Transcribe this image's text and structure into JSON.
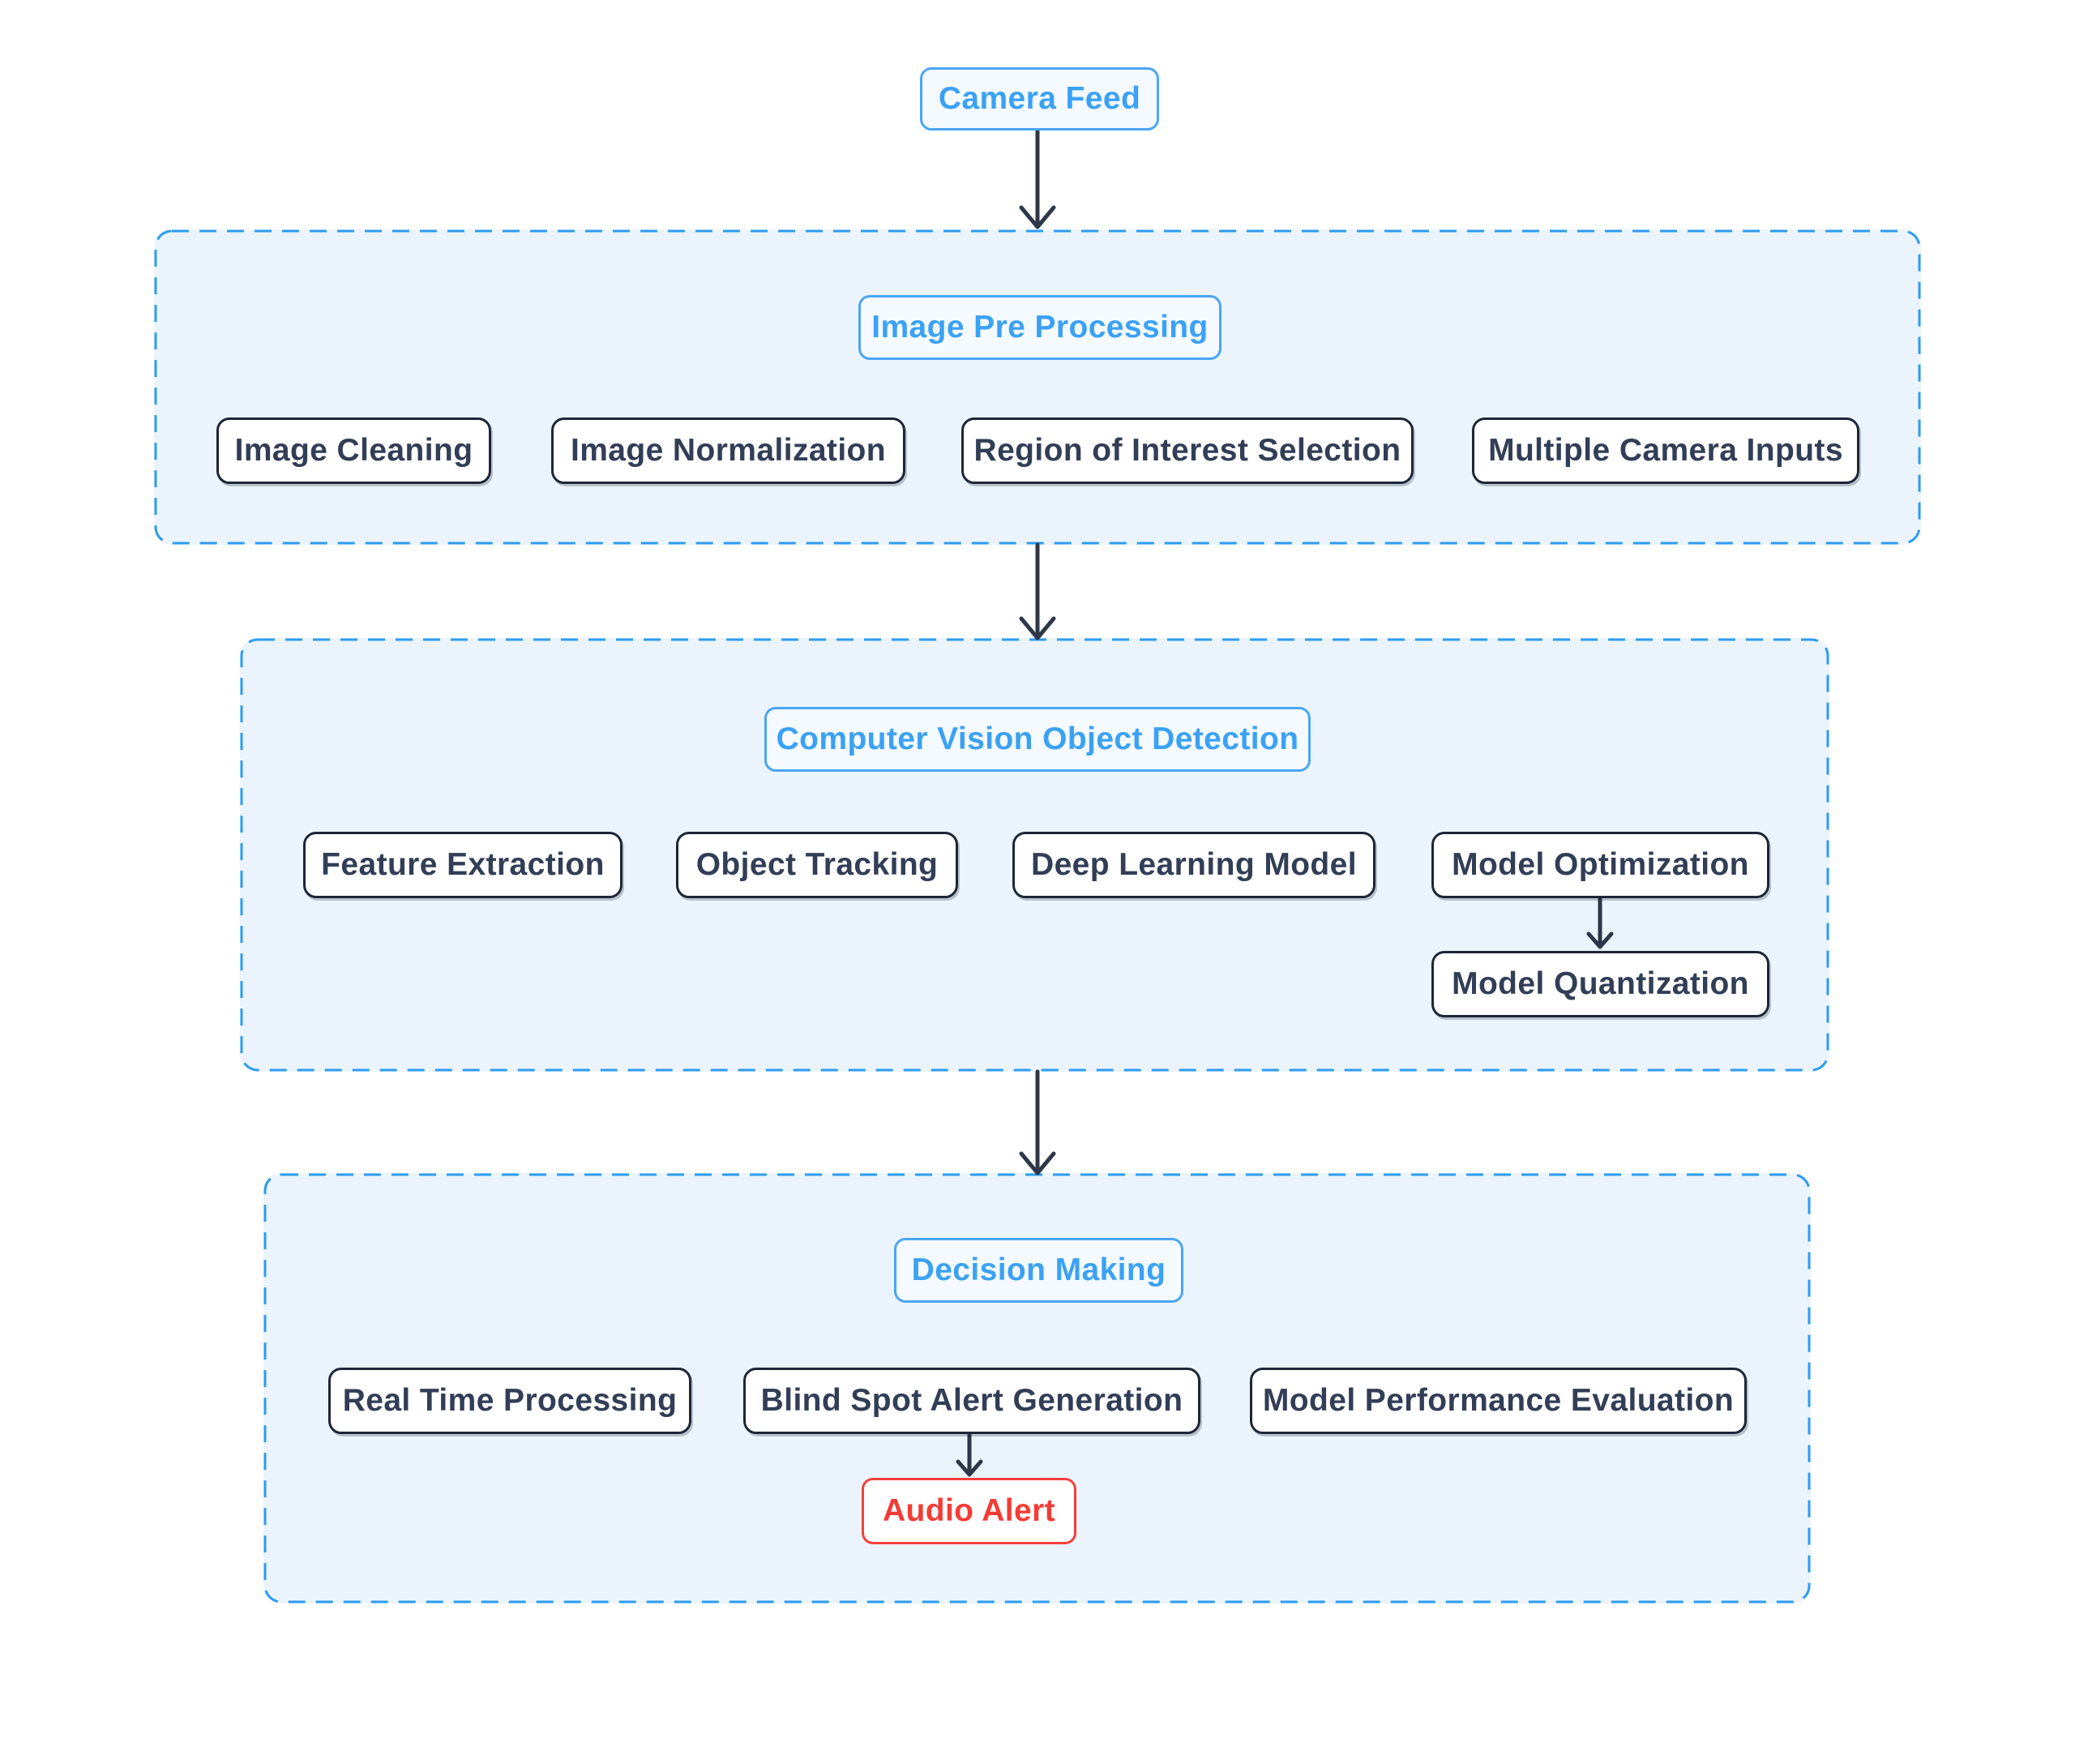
{
  "diagram": {
    "type": "flowchart",
    "topic": "Blind spot detection / computer vision pipeline"
  },
  "nodes": {
    "camera_feed": "Camera Feed"
  },
  "sections": [
    {
      "title": "Image Pre Processing",
      "items": [
        "Image Cleaning",
        "Image Normalization",
        "Region of Interest Selection",
        "Multiple Camera Inputs"
      ]
    },
    {
      "title": "Computer Vision Object Detection",
      "items": [
        "Feature Extraction",
        "Object Tracking",
        "Deep Learning Model",
        "Model Optimization"
      ],
      "sub_item": "Model Quantization"
    },
    {
      "title": "Decision Making",
      "items": [
        "Real Time Processing",
        "Blind Spot Alert Generation",
        "Model Performance Evaluation"
      ],
      "alert_item": "Audio Alert"
    }
  ],
  "flow": [
    "Camera Feed -> Image Pre Processing",
    "Image Pre Processing -> Computer Vision Object Detection",
    "Computer Vision Object Detection -> Decision Making",
    "Model Optimization -> Model Quantization",
    "Blind Spot Alert Generation -> Audio Alert"
  ],
  "palette": {
    "accent_blue_text": "#3ba1f4",
    "accent_blue_border": "#4aa5f3",
    "container_dash_blue": "#2e9cf0",
    "container_fill": "#ebf4fc",
    "node_border_dark": "#1d2637",
    "node_text_dark": "#323e56",
    "arrow_dark": "#2d3748",
    "alert_red": "#f4403a",
    "page_bg": "#ffffff"
  }
}
